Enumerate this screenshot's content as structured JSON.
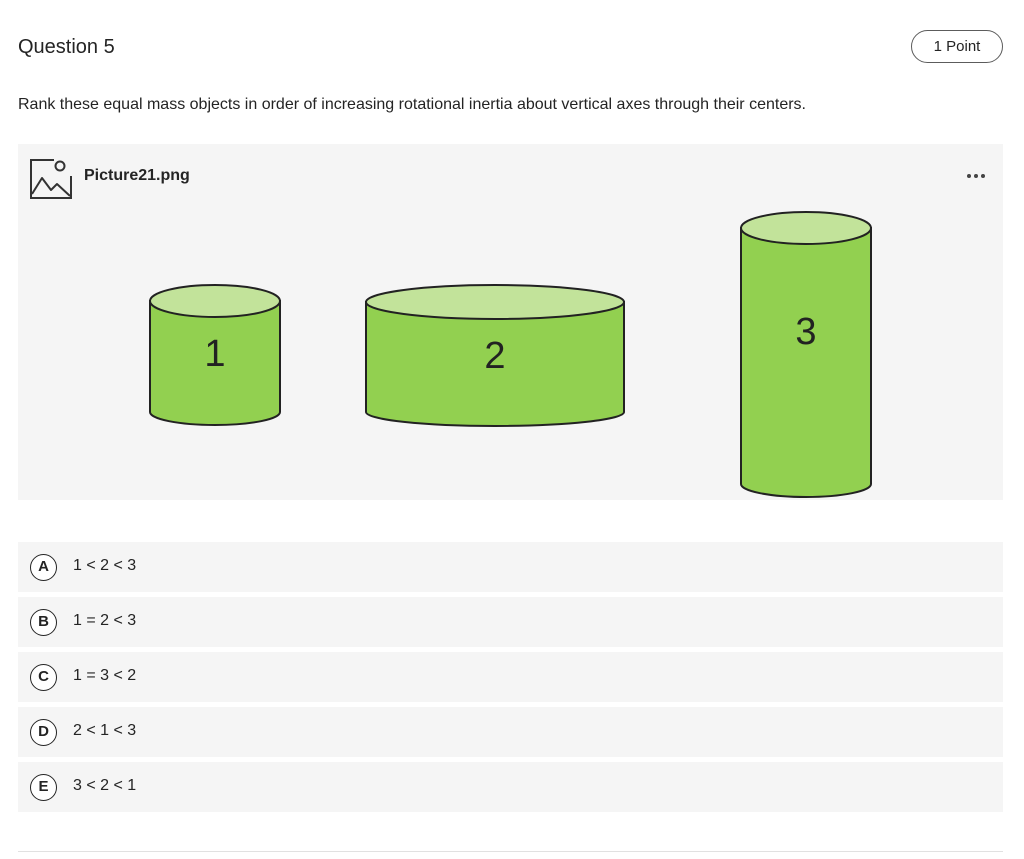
{
  "question": {
    "title": "Question 5",
    "points": "1 Point",
    "text": "Rank these equal mass objects in order of increasing rotational inertia about vertical axes through their centers."
  },
  "image": {
    "filename": "Picture21.png",
    "icon": "image-icon",
    "more_icon": "more-options-icon",
    "cylinder_labels": [
      "1",
      "2",
      "3"
    ],
    "colors": {
      "body": "#92d050",
      "top": "#c2e39a",
      "outline": "#222222",
      "background": "#f5f5f5"
    }
  },
  "options": [
    {
      "letter": "A",
      "text": "1 < 2 < 3"
    },
    {
      "letter": "B",
      "text": "1 = 2 < 3"
    },
    {
      "letter": "C",
      "text": "1 = 3 < 2"
    },
    {
      "letter": "D",
      "text": "2 < 1 < 3"
    },
    {
      "letter": "E",
      "text": "3 < 2 < 1"
    }
  ]
}
